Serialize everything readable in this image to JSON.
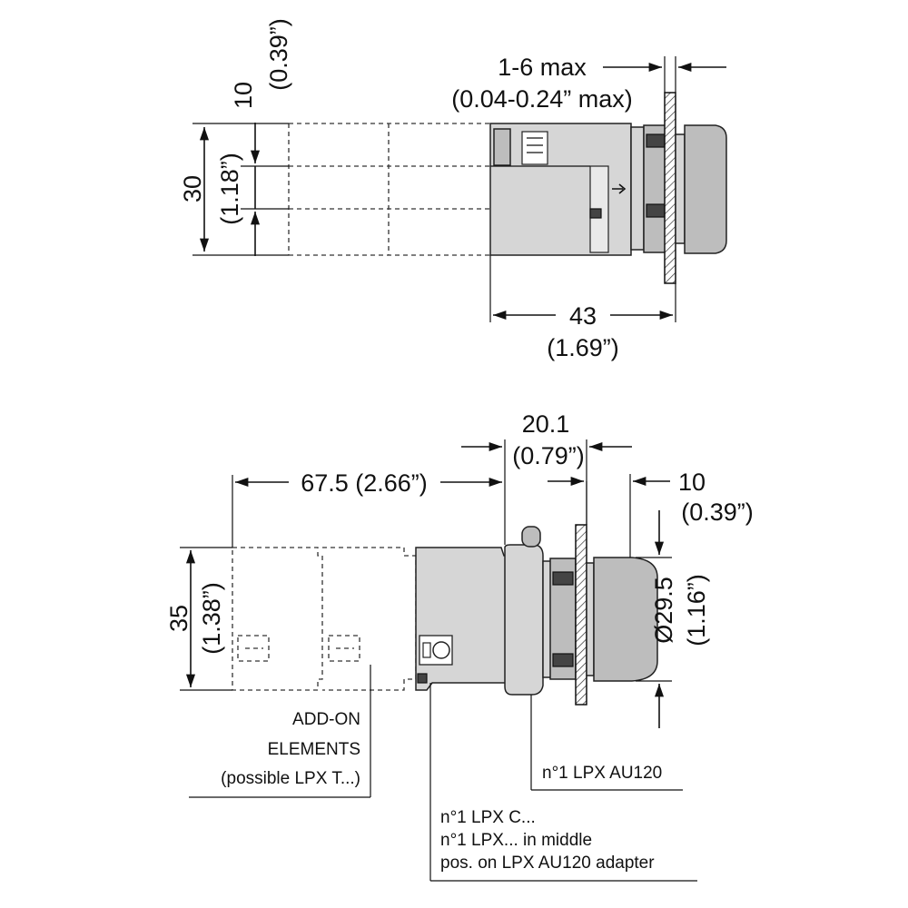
{
  "top_view": {
    "dim_height": {
      "value": "30",
      "inch": "(1.18”)"
    },
    "dim_module": {
      "value": "10",
      "inch": "(0.39”)"
    },
    "dim_panel": {
      "value": "1-6 max",
      "inch": "(0.04-0.24” max)"
    },
    "dim_depth": {
      "value": "43",
      "inch": "(1.69”)"
    }
  },
  "side_view": {
    "dim_addon_length": "67.5 (2.66”)",
    "dim_adapter": {
      "value": "20.1",
      "inch": "(0.79”)"
    },
    "dim_head": {
      "value": "10",
      "inch": "(0.39”)"
    },
    "dim_height": {
      "value": "35",
      "inch": "(1.38”)"
    },
    "dim_diameter": {
      "value": "Ø29.5",
      "inch": "(1.16”)"
    }
  },
  "callouts": {
    "addon": [
      "ADD-ON",
      "ELEMENTS",
      "(possible LPX T...)"
    ],
    "adapter": "n°1 LPX AU120",
    "contact": [
      "n°1 LPX C...",
      "n°1 LPX... in middle",
      "pos. on LPX AU120 adapter"
    ]
  }
}
